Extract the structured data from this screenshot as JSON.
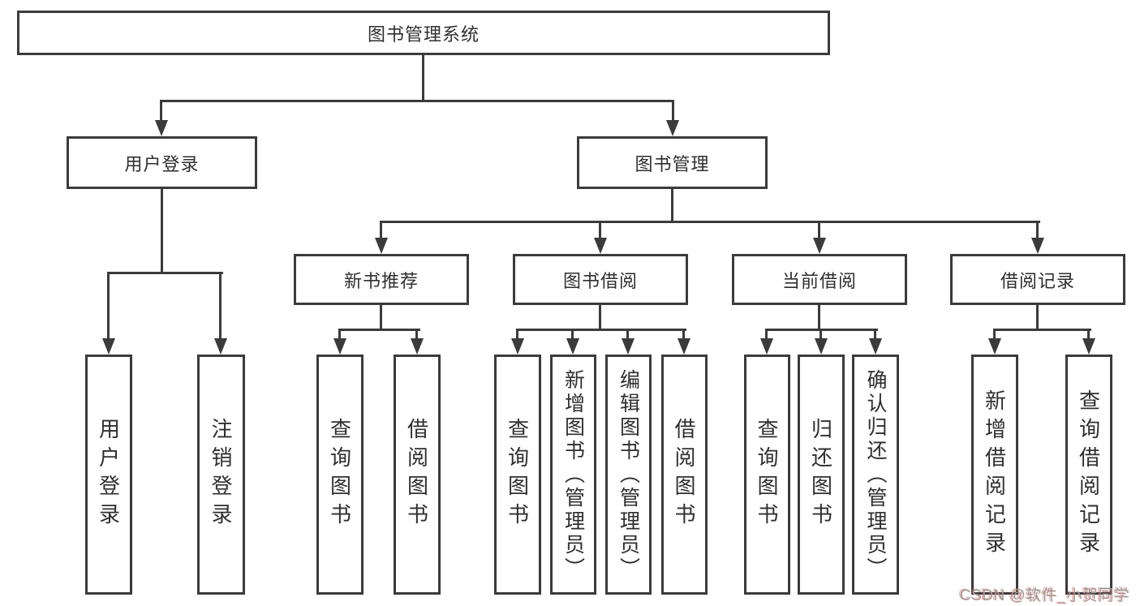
{
  "tree": {
    "root": {
      "label": "图书管理系统",
      "children": [
        {
          "label": "用户登录",
          "children": [
            {
              "label": "用户登录"
            },
            {
              "label": "注销登录"
            }
          ]
        },
        {
          "label": "图书管理",
          "children": [
            {
              "label": "新书推荐",
              "children": [
                {
                  "label": "查询图书"
                },
                {
                  "label": "借阅图书"
                }
              ]
            },
            {
              "label": "图书借阅",
              "children": [
                {
                  "label": "查询图书"
                },
                {
                  "label": "新增图书（管理员）"
                },
                {
                  "label": "编辑图书（管理员）"
                },
                {
                  "label": "借阅图书"
                }
              ]
            },
            {
              "label": "当前借阅",
              "children": [
                {
                  "label": "查询图书"
                },
                {
                  "label": "归还图书"
                },
                {
                  "label": "确认归还（管理员）"
                }
              ]
            },
            {
              "label": "借阅记录",
              "children": [
                {
                  "label": "新增借阅记录"
                },
                {
                  "label": "查询借阅记录"
                }
              ]
            }
          ]
        }
      ]
    }
  },
  "watermark": {
    "text": "CSDN @软件_小贺同学"
  },
  "colors": {
    "line": "#3b3b3b",
    "text": "#2f2f2f",
    "background": "#ffffff",
    "watermark_text": "#9b9b9b",
    "watermark_shadow": "#e0564a"
  }
}
